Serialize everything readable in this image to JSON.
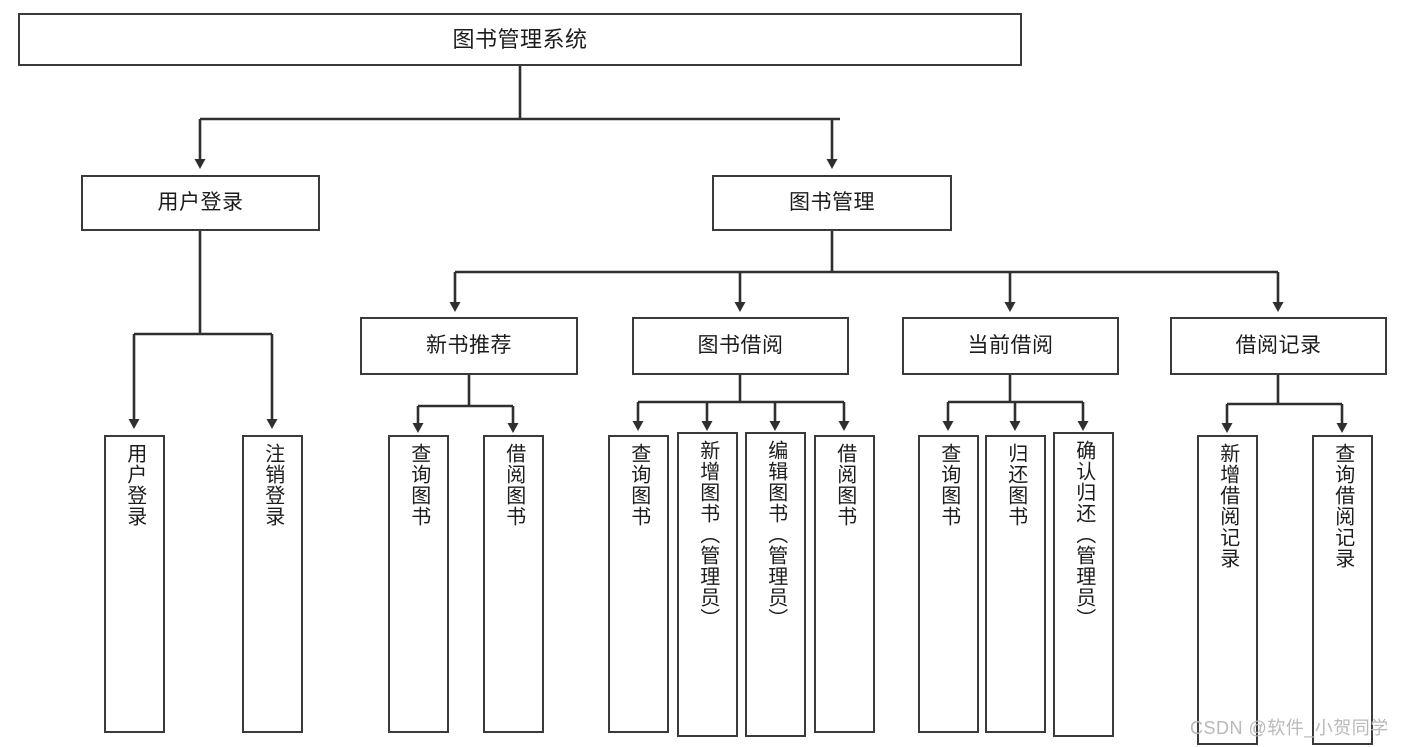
{
  "diagram": {
    "type": "tree-hierarchy",
    "title": "图书管理系统",
    "background_color": "#ffffff",
    "border_color": "#3a3a3a",
    "text_color": "#1c1c1c"
  },
  "root": {
    "label": "图书管理系统"
  },
  "level1": [
    {
      "label": "用户登录"
    },
    {
      "label": "图书管理"
    }
  ],
  "level2": [
    {
      "label": "新书推荐"
    },
    {
      "label": "图书借阅"
    },
    {
      "label": "当前借阅"
    },
    {
      "label": "借阅记录"
    }
  ],
  "leaves": {
    "user_login": [
      {
        "label": "用户登录"
      },
      {
        "label": "注销登录"
      }
    ],
    "new_book_recommend": [
      {
        "label": "查询图书"
      },
      {
        "label": "借阅图书"
      }
    ],
    "book_borrow": [
      {
        "label": "查询图书"
      },
      {
        "label": "新增图书（管理员）"
      },
      {
        "label": "编辑图书（管理员）"
      },
      {
        "label": "借阅图书"
      }
    ],
    "current_borrow": [
      {
        "label": "查询图书"
      },
      {
        "label": "归还图书"
      },
      {
        "label": "确认归还（管理员）"
      }
    ],
    "borrow_record": [
      {
        "label": "新增借阅记录"
      },
      {
        "label": "查询借阅记录"
      }
    ]
  },
  "watermark": {
    "text": "CSDN @软件_小贺同学"
  }
}
